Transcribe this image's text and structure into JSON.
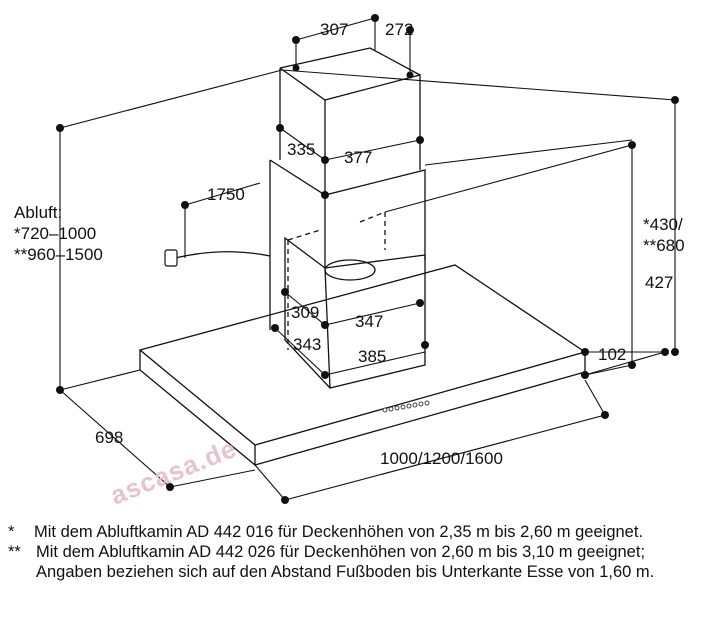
{
  "dimensions": {
    "chimney_top_width": "307",
    "chimney_top_depth": "272",
    "chimney_upper_side": "335",
    "chimney_upper_front": "377",
    "overall_height": "1750",
    "inner_side": "309",
    "inner_front": "347",
    "lower_side": "343",
    "lower_front": "385",
    "hood_depth": "698",
    "hood_width": "1000/1200/1600",
    "hood_thickness": "102",
    "height_427": "427",
    "height_430_680": "*430/\n**680"
  },
  "exhaust": {
    "title": "Abluft:",
    "option1": "*720–1000",
    "option2": "**960–1500"
  },
  "watermark": "ascasa.de",
  "footnotes": [
    {
      "mark": "*",
      "text": "Mit dem Abluftkamin AD 442 016 für Deckenhöhen von 2,35 m bis 2,60 m geeignet."
    },
    {
      "mark": "**",
      "text": "Mit dem Abluftkamin AD 442 026 für Deckenhöhen von 2,60 m bis 3,10 m geeignet; Angaben beziehen sich auf den Abstand Fußboden bis Unterkante Esse von 1,60 m."
    }
  ]
}
